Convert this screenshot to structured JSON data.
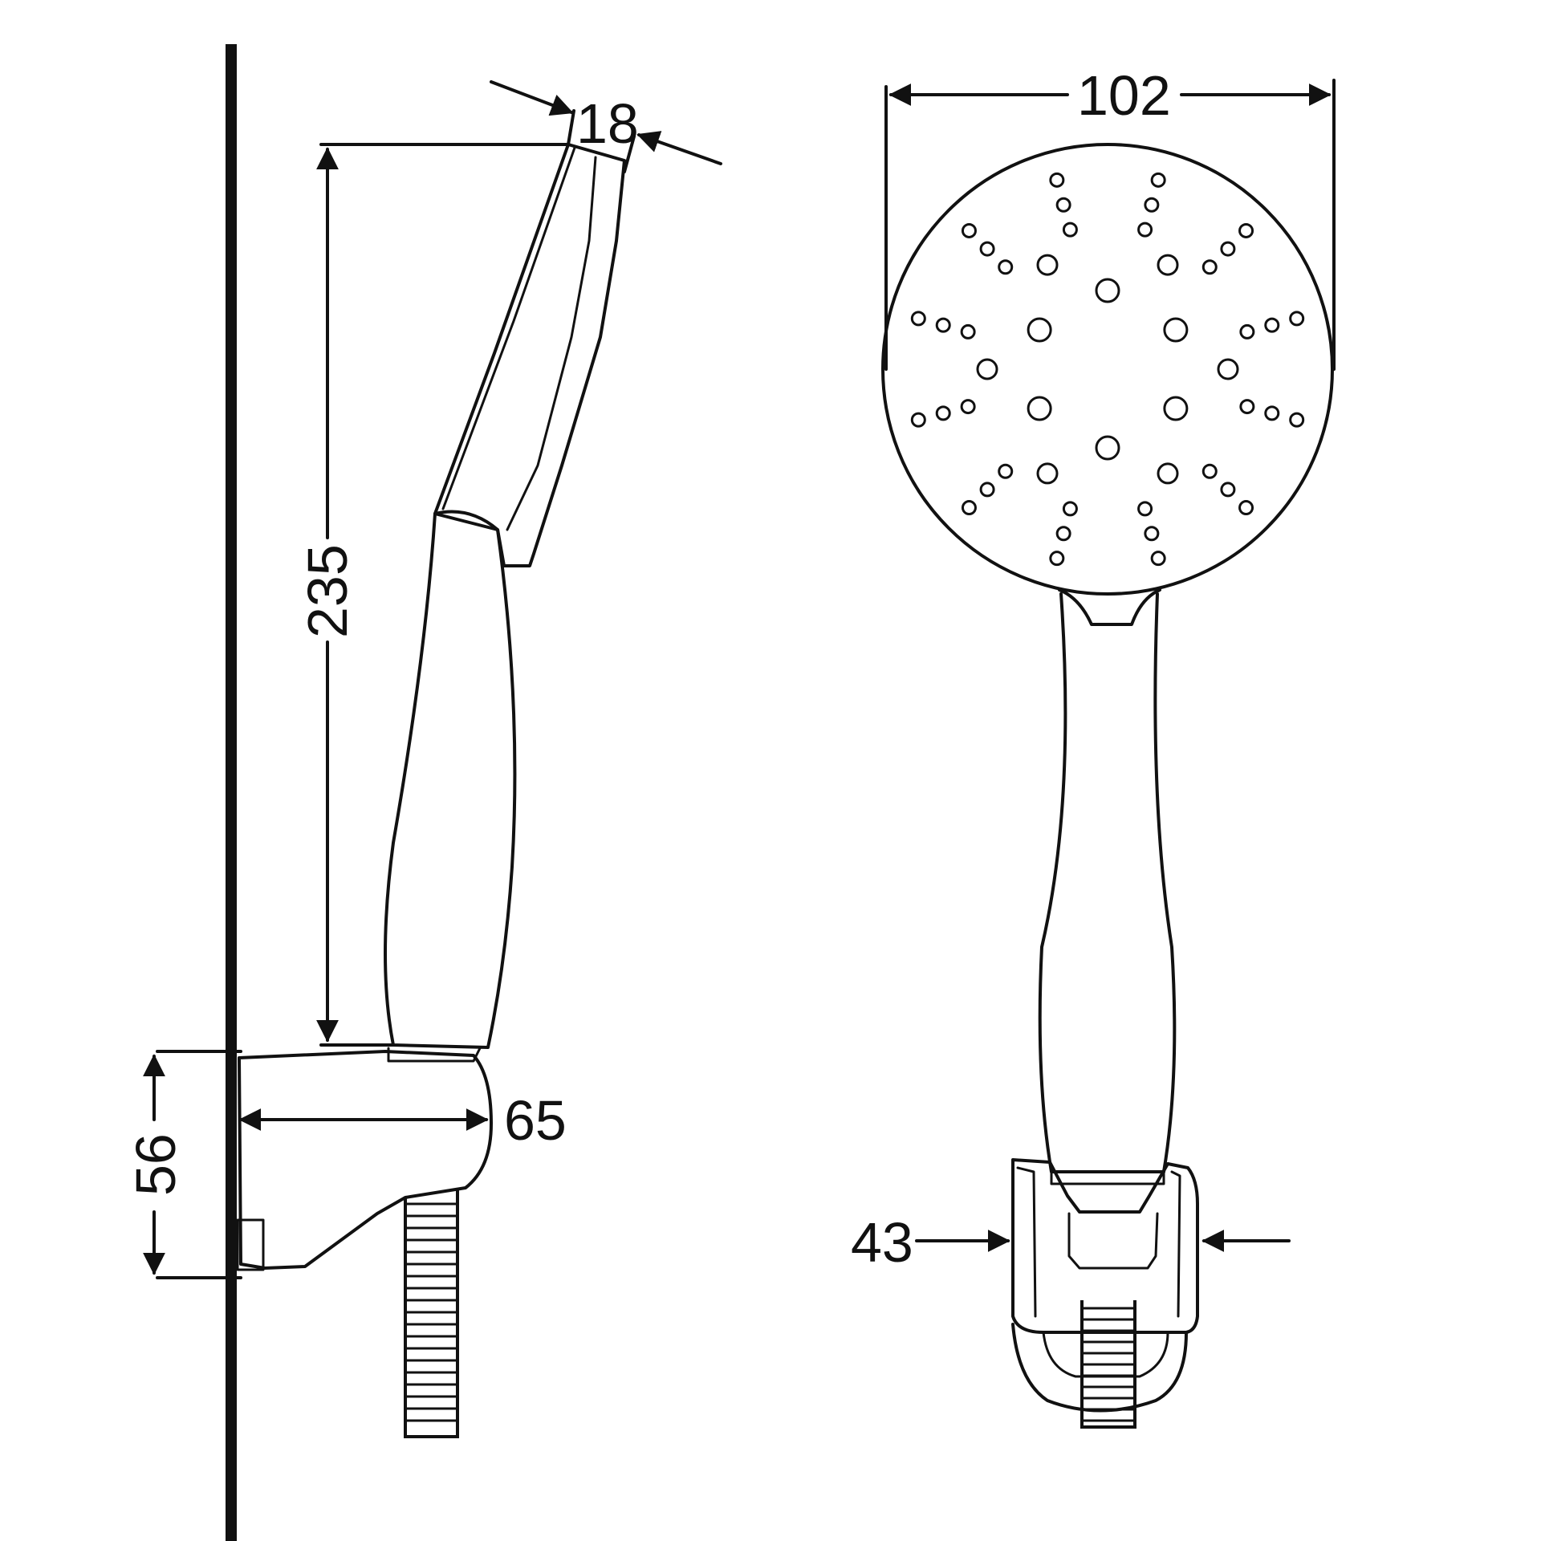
{
  "drawing": {
    "line_color": "#111111",
    "background": "#ffffff"
  },
  "dimensions": {
    "nozzle_thickness": "18",
    "head_diameter": "102",
    "handset_length": "235",
    "holder_projection": "65",
    "holder_height": "56",
    "holder_width": "43"
  }
}
